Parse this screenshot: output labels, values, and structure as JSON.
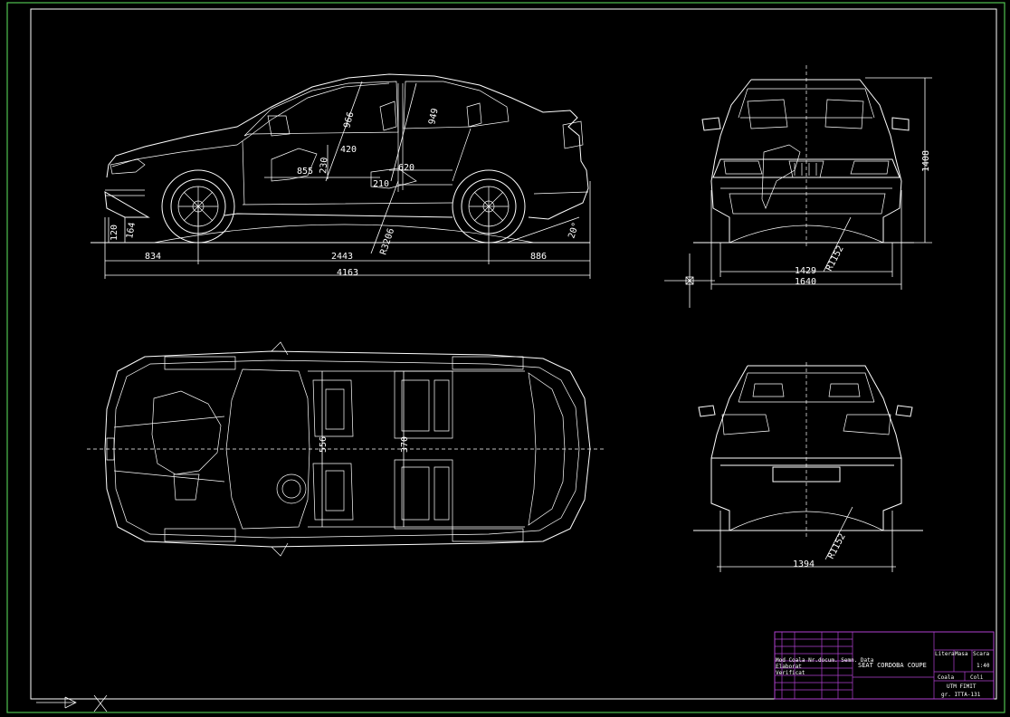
{
  "drawing": {
    "colors": {
      "background": "#000000",
      "outer_frame": "#4fc24f",
      "inner_frame": "#ffffff",
      "title_block": "#b040d0",
      "lines": "#ffffff"
    },
    "side_view": {
      "dims": {
        "front_overhang": "834",
        "wheelbase": "2443",
        "rear_overhang": "886",
        "overall_length": "4163",
        "ground_clear_a": "120",
        "ground_clear_b": "164",
        "door_a": "966",
        "door_b": "949",
        "seat_a": "420",
        "seat_b": "230",
        "seat_c": "855",
        "seat_d": "620",
        "floor": "210",
        "radius_mid": "R3206",
        "rear_angle": "20°"
      }
    },
    "front_view": {
      "dims": {
        "track": "1429",
        "width": "1640",
        "height": "1408",
        "radius": "R1152"
      }
    },
    "top_view": {
      "dims": {
        "front_width": "556",
        "rear_width": "370"
      }
    },
    "rear_view": {
      "dims": {
        "track": "1394",
        "radius": "R1152"
      }
    },
    "title_block": {
      "name": "SEAT CORDOBA COUPE",
      "lit_header": "Litera",
      "mass_header": "Masa",
      "scale_header": "Scara",
      "scale_value": "1:40",
      "sheet": "Coala",
      "sheets": "Coli",
      "org": "UTM FIMIT",
      "group": "gr. ITTA-131",
      "roles": "Mod Coala Nr.docum. Semn. Data",
      "role1": "Elaborat",
      "role2": "Verificat"
    }
  }
}
